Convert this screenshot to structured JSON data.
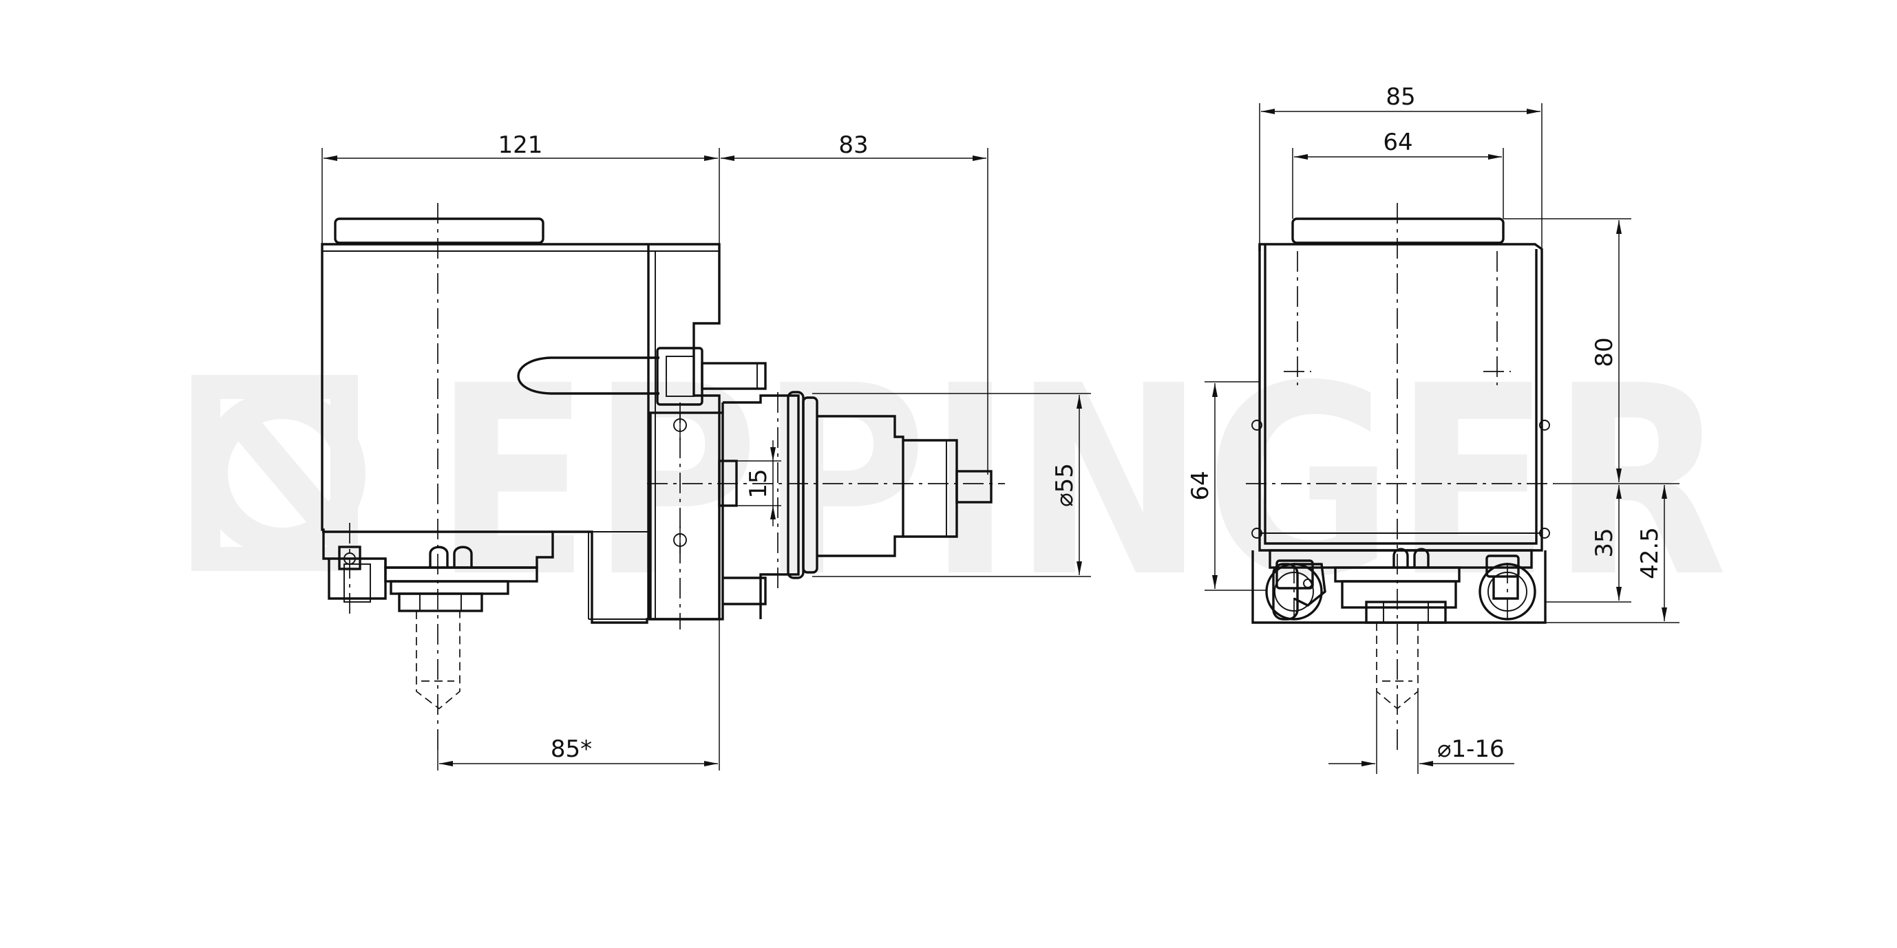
{
  "watermark": {
    "brand": "EPPINGER",
    "color": "#efefef"
  },
  "side_view": {
    "dim_width_main": "121",
    "dim_width_projection": "83",
    "dim_offset": "85",
    "dim_offset_mark": "*",
    "dim_slot": "15",
    "dim_diameter": "⌀55"
  },
  "front_view": {
    "dim_total_width": "85",
    "dim_inner_width": "64",
    "dim_height": "80",
    "dim_left_height": "64",
    "dim_bottom_35": "35",
    "dim_bottom_42_5": "42.5",
    "dim_collet": "⌀1-16"
  },
  "colors": {
    "line": "#111111",
    "background": "#ffffff"
  }
}
